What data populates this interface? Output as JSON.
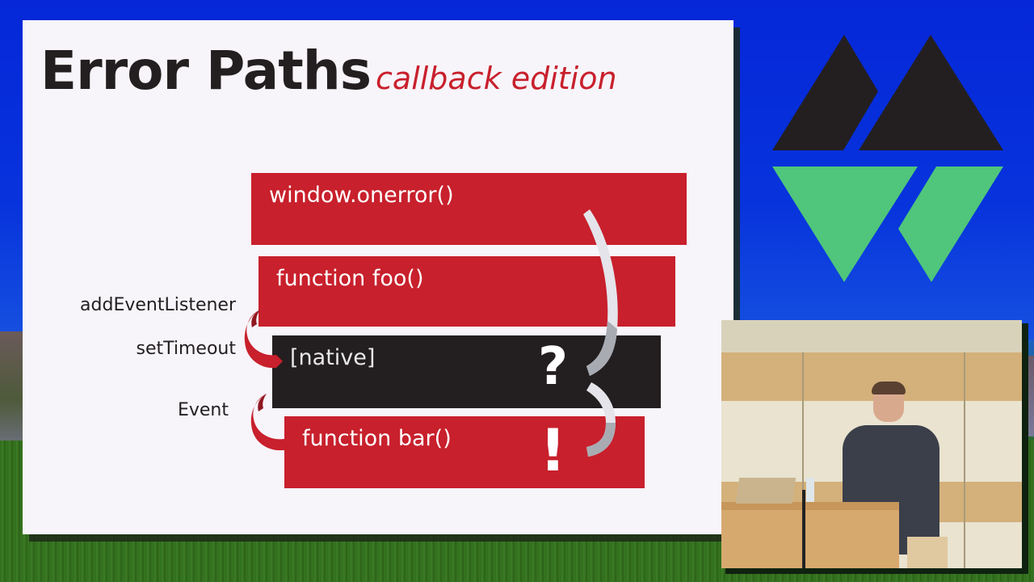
{
  "slide": {
    "title": "Error Paths",
    "subtitle": "callback edition",
    "frames": [
      {
        "label": "window.onerror()",
        "style": "red"
      },
      {
        "label": "function foo()",
        "style": "red"
      },
      {
        "label": "[native]",
        "style": "dark"
      },
      {
        "label": "function bar()",
        "style": "red"
      }
    ],
    "side_labels": [
      "addEventListener",
      "setTimeout",
      "Event"
    ],
    "markers": {
      "question": "?",
      "exclamation": "!"
    }
  },
  "logo": {
    "name": "conference-logo",
    "colors": {
      "dark": "#231f20",
      "green": "#4fc67b",
      "background": "#0733dc"
    }
  },
  "speaker_camera": {
    "description": "speaker at podium"
  },
  "colors": {
    "accent_red": "#c8202c",
    "dark": "#231f20",
    "slide_bg": "#f7f4fa"
  }
}
